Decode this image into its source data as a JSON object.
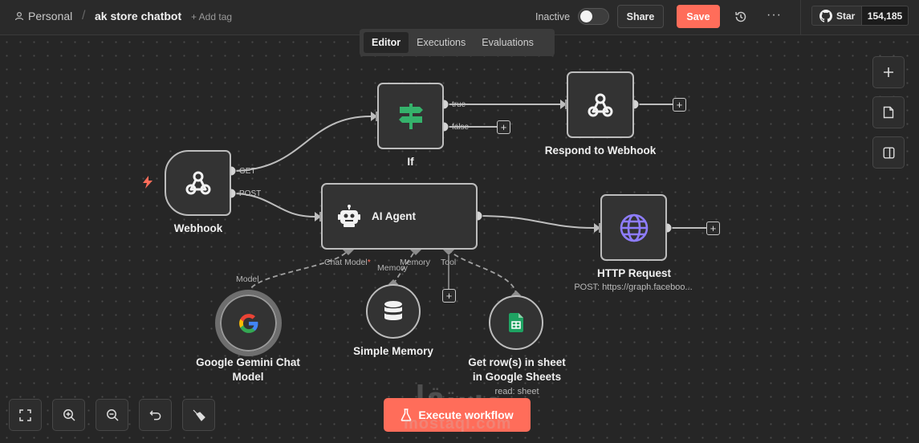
{
  "header": {
    "project": "Personal",
    "separator": "/",
    "workflow_title": "ak store chatbot",
    "add_tag": "+ Add tag",
    "status_label": "Inactive",
    "share_label": "Share",
    "save_label": "Save",
    "more_label": "···",
    "github_star_label": "Star",
    "github_star_count": "154,185"
  },
  "tabs": [
    {
      "label": "Editor",
      "active": true
    },
    {
      "label": "Executions",
      "active": false
    },
    {
      "label": "Evaluations",
      "active": false
    }
  ],
  "nodes": {
    "webhook": {
      "label": "Webhook",
      "outputs": [
        "GET",
        "POST"
      ]
    },
    "if": {
      "label": "If",
      "outputs": [
        "true",
        "false"
      ]
    },
    "respond": {
      "label": "Respond to Webhook"
    },
    "agent": {
      "label": "AI Agent",
      "inputs": {
        "model": "Chat Model",
        "required_mark": "*",
        "memory": "Memory",
        "tool": "Tool"
      }
    },
    "http": {
      "label": "HTTP Request",
      "subtitle": "POST: https://graph.faceboo..."
    },
    "gemini": {
      "label_line1": "Google Gemini Chat",
      "label_line2": "Model",
      "port": "Model"
    },
    "memory": {
      "label": "Simple Memory",
      "port": "Memory"
    },
    "sheets": {
      "label_line1": "Get row(s) in sheet",
      "label_line2": "in Google Sheets",
      "subtitle": "read: sheet"
    }
  },
  "execute_label": "Execute workflow",
  "watermark": {
    "arabic": "مستقل",
    "latin": "mostaql.com"
  },
  "colors": {
    "accent": "#ff6d5a",
    "if_green": "#35b26b",
    "globe_purple": "#8e7dff",
    "sheets_green": "#1ea362"
  }
}
